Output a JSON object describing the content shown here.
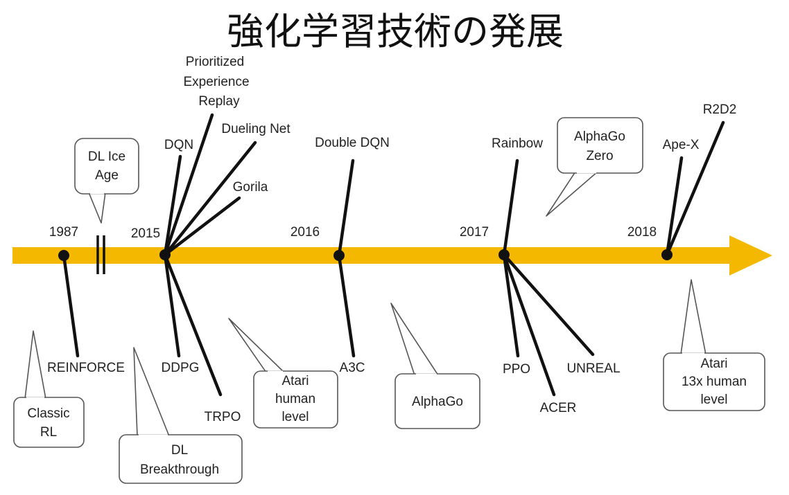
{
  "title": "強化学習技術の発展",
  "colors": {
    "arrow": "#f5b800",
    "line": "#111111",
    "dot": "#111111"
  },
  "years": [
    "1987",
    "2015",
    "2016",
    "2017",
    "2018"
  ],
  "methods": {
    "reinforce": "REINFORCE",
    "dqn": "DQN",
    "per": [
      "Prioritized",
      "Experience",
      "Replay"
    ],
    "dueling": "Dueling Net",
    "gorila": "Gorila",
    "ddpg": "DDPG",
    "trpo": "TRPO",
    "double_dqn": "Double DQN",
    "a3c": "A3C",
    "rainbow": "Rainbow",
    "ppo": "PPO",
    "acer": "ACER",
    "unreal": "UNREAL",
    "apex": "Ape-X",
    "r2d2": "R2D2"
  },
  "callouts": {
    "ice_age": [
      "DL Ice",
      "Age"
    ],
    "classic_rl": [
      "Classic",
      "RL"
    ],
    "dl_breakthrough": [
      "DL",
      "Breakthrough"
    ],
    "atari_human": [
      "Atari",
      "human",
      "level"
    ],
    "alphago": "AlphaGo",
    "alphago_zero": [
      "AlphaGo",
      "Zero"
    ],
    "atari_13x": [
      "Atari",
      "13x human",
      "level"
    ]
  }
}
